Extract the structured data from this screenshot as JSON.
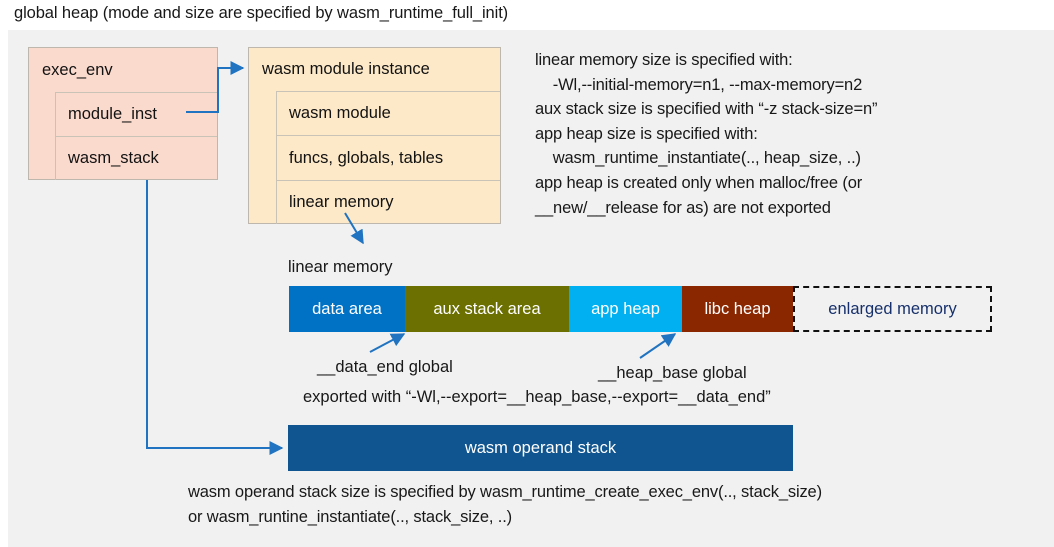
{
  "title": "global heap (mode and size are specified by wasm_runtime_full_init)",
  "colors": {
    "panel_bg": "#f1f1f1",
    "exec_env_fill": "#fbdace",
    "module_inst_fill": "#fde9c8",
    "arrow": "#1f73c0",
    "data_area": "#0072c6",
    "aux_stack_area": "#6b7000",
    "app_heap": "#00b0f0",
    "libc_heap": "#8a2600",
    "enlarged_memory_text": "#16306b",
    "operand_stack": "#10558f"
  },
  "exec_env": {
    "header": "exec_env",
    "fields": [
      {
        "label": "module_inst"
      },
      {
        "label": "wasm_stack"
      }
    ]
  },
  "module_instance": {
    "header": "wasm module instance",
    "fields": [
      {
        "label": "wasm module"
      },
      {
        "label": "funcs, globals, tables"
      },
      {
        "label": "linear memory"
      }
    ]
  },
  "info_note": {
    "lines": [
      "linear memory size is specified with:",
      "    -Wl,--initial-memory=n1, --max-memory=n2",
      "aux stack size is specified with “-z stack-size=n”",
      "app heap size is specified with:",
      "    wasm_runtime_instantiate(.., heap_size, ..)",
      "app heap is created only when malloc/free (or",
      "__new/__release for as) are not exported"
    ]
  },
  "linear_memory": {
    "caption": "linear memory",
    "segments": [
      {
        "label": "data area",
        "color": "#0072c6",
        "width": 116,
        "dashed": false
      },
      {
        "label": "aux stack area",
        "color": "#6b7000",
        "width": 164,
        "dashed": false
      },
      {
        "label": "app heap",
        "color": "#00b0f0",
        "width": 113,
        "dashed": false
      },
      {
        "label": "libc heap",
        "color": "#8a2600",
        "width": 111,
        "dashed": false
      },
      {
        "label": "enlarged memory",
        "color": "#f1f1f1",
        "width": 199,
        "dashed": true
      }
    ]
  },
  "annotations": {
    "data_end": "__data_end global",
    "heap_base": "__heap_base global",
    "exported_with": "exported with “-Wl,--export=__heap_base,--export=__data_end”"
  },
  "operand_stack": {
    "label": "wasm operand stack",
    "note_lines": [
      "wasm operand stack size is specified by wasm_runtime_create_exec_env(.., stack_size)",
      "or wasm_runtine_instantiate(.., stack_size, ..)"
    ]
  }
}
